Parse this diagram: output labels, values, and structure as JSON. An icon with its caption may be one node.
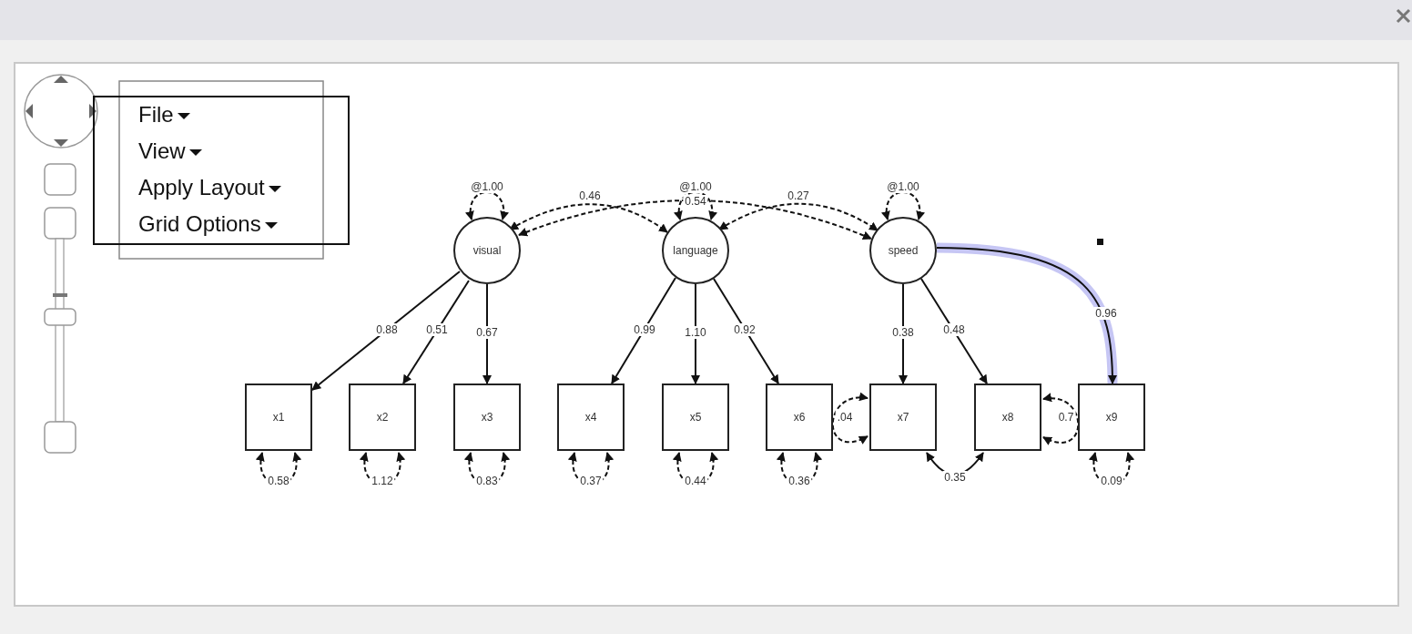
{
  "diagram": {
    "nodes": [
      {
        "text": [
          "visual"
        ]
      },
      {
        "text": [
          "language"
        ]
      },
      {
        "text": [
          "speed"
        ]
      },
      {
        "text": [
          "x1"
        ]
      },
      {
        "text": [
          "x2"
        ]
      },
      {
        "text": [
          "x3"
        ]
      },
      {
        "text": [
          "x4"
        ]
      },
      {
        "text": [
          "x5"
        ]
      },
      {
        "text": [
          "x6"
        ]
      },
      {
        "text": [
          "x7"
        ]
      },
      {
        "text": [
          "x8"
        ]
      },
      {
        "text": [
          "x9"
        ]
      }
    ],
    "edges": [
      {
        "from": 0,
        "to": 3,
        "arrow": "to",
        "label": "0.88"
      },
      {
        "from": 0,
        "to": 4,
        "arrow": "to",
        "label": "0.51"
      },
      {
        "from": 0,
        "to": 5,
        "arrow": "to",
        "label": "0.67"
      },
      {
        "from": 1,
        "to": 6,
        "arrow": "to",
        "label": "0.99"
      },
      {
        "from": 1,
        "to": 7,
        "arrow": "to",
        "label": "1.10"
      },
      {
        "from": 1,
        "to": 8,
        "arrow": "to",
        "label": "0.92"
      },
      {
        "from": 2,
        "to": 9,
        "arrow": "to",
        "label": "0.38"
      },
      {
        "from": 2,
        "to": 10,
        "arrow": "to",
        "label": "0.48"
      },
      {
        "from": 2,
        "to": 11,
        "arrow": "to",
        "label": "0.96"
      },
      {
        "from": 9,
        "to": 10,
        "arrow": "both",
        "label": "0.35"
      },
      {
        "from": 0,
        "to": 1,
        "arrow": "both",
        "label": "0.46",
        "style": "dashed"
      },
      {
        "from": 0,
        "to": 2,
        "arrow": "both",
        "label": "0.54",
        "style": "dashed"
      },
      {
        "from": 1,
        "to": 2,
        "arrow": "both",
        "label": "0.27",
        "style": "dashed"
      },
      {
        "from": 0,
        "to": 0,
        "arrow": "both",
        "label": "@1.00",
        "style": "dashed"
      },
      {
        "from": 1,
        "to": 1,
        "arrow": "both",
        "label": "@1.00",
        "style": "dashed"
      },
      {
        "from": 2,
        "to": 2,
        "arrow": "both",
        "label": "@1.00",
        "style": "dashed"
      },
      {
        "from": 3,
        "to": 3,
        "arrow": "both",
        "label": "0.58",
        "style": "dashed"
      },
      {
        "from": 4,
        "to": 4,
        "arrow": "both",
        "label": "1.12",
        "style": "dashed"
      },
      {
        "from": 5,
        "to": 5,
        "arrow": "both",
        "label": "0.83",
        "style": "dashed"
      },
      {
        "from": 6,
        "to": 6,
        "arrow": "both",
        "label": "0.37",
        "style": "dashed"
      },
      {
        "from": 7,
        "to": 7,
        "arrow": "both",
        "label": "0.44",
        "style": "dashed"
      },
      {
        "from": 8,
        "to": 8,
        "arrow": "both",
        "label": "0.36",
        "style": "dashed"
      },
      {
        "from": 9,
        "to": 9,
        "arrow": "both",
        "label": ".04",
        "style": "dashed"
      },
      {
        "from": 10,
        "to": 10,
        "arrow": "both",
        "label": "0.7",
        "style": "dashed"
      },
      {
        "from": 11,
        "to": 11,
        "arrow": "both",
        "label": "0.09",
        "style": "dashed"
      }
    ],
    "labels": [
      "File",
      "View",
      "Apply Layout",
      "Grid Options"
    ]
  }
}
